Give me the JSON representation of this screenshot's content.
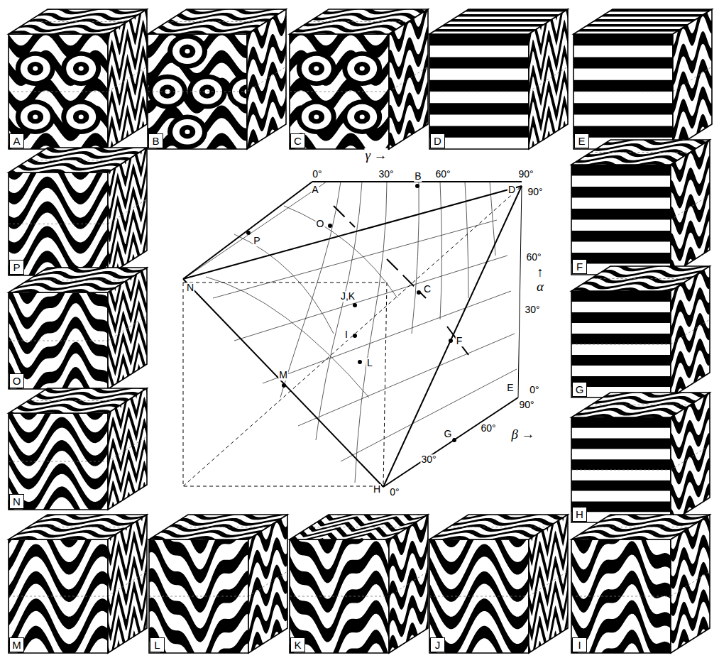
{
  "diagram": {
    "nodes": [
      {
        "text": [
          "A"
        ]
      },
      {
        "text": [
          "B"
        ]
      },
      {
        "text": [
          "C"
        ]
      },
      {
        "text": [
          "D"
        ]
      },
      {
        "text": [
          "E"
        ]
      },
      {
        "text": [
          "P"
        ]
      },
      {
        "text": [
          "F"
        ]
      },
      {
        "text": [
          "O"
        ]
      },
      {
        "text": [
          "G"
        ]
      },
      {
        "text": [
          "N"
        ]
      },
      {
        "text": [
          "H"
        ]
      },
      {
        "text": [
          "M"
        ]
      },
      {
        "text": [
          "L"
        ]
      },
      {
        "text": [
          "K"
        ]
      },
      {
        "text": [
          "J"
        ]
      },
      {
        "text": [
          "I"
        ]
      }
    ],
    "labels": [
      "γ →",
      "0°",
      "30°",
      "60°",
      "90°",
      "90°",
      "60°",
      "↑",
      "α",
      "30°",
      "0°",
      "90°",
      "60°",
      "β →",
      "30°",
      "0°",
      "A",
      "B",
      "D",
      "O",
      "P",
      "N",
      "J,K",
      "C",
      "I",
      "L",
      "M",
      "F",
      "E",
      "G",
      "H"
    ]
  }
}
